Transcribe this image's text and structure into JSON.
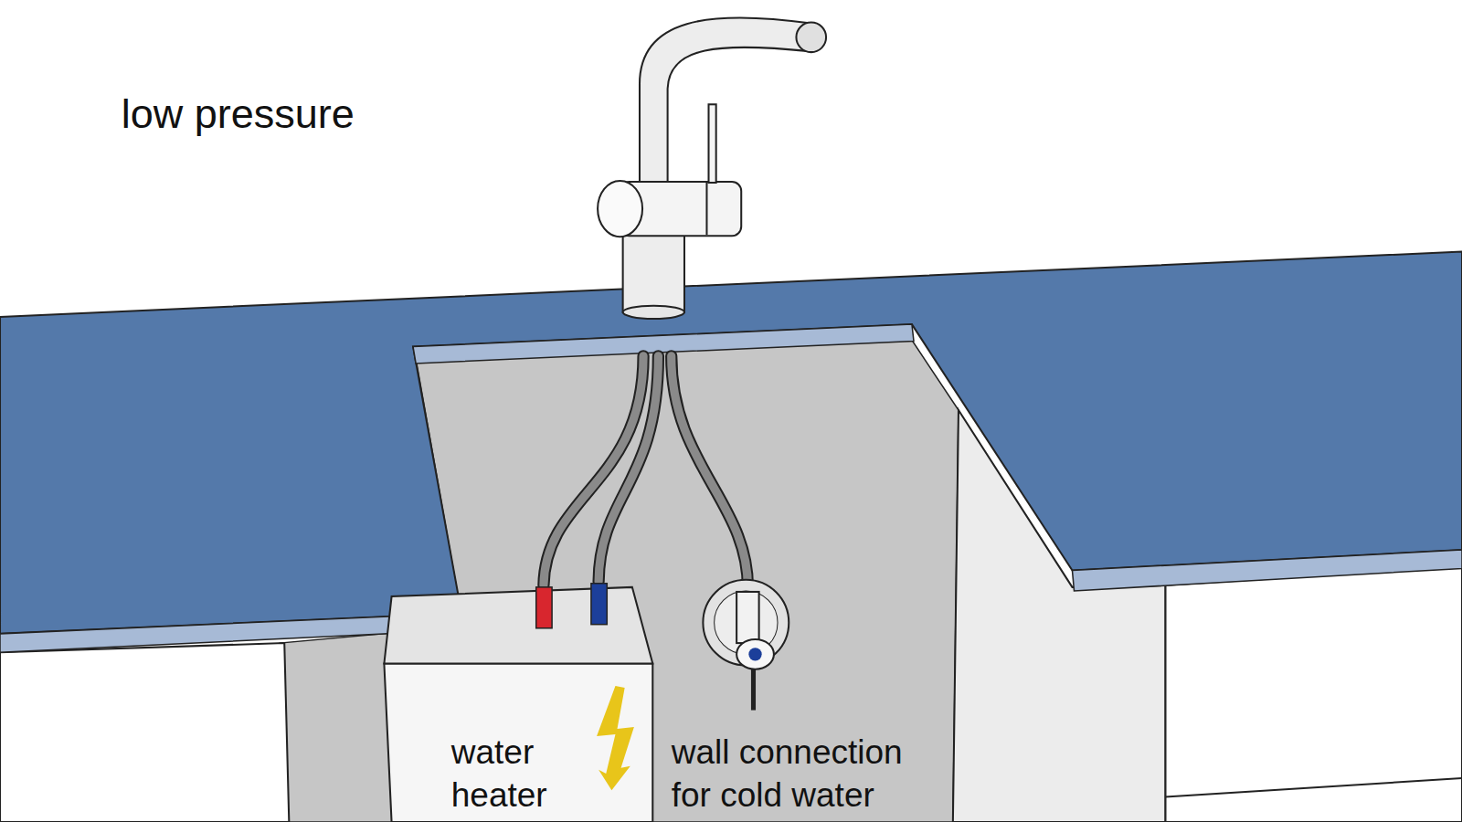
{
  "diagram": {
    "title": "low pressure",
    "nodes": [
      {
        "text": [
          "water heater"
        ]
      }
    ],
    "labels": [
      "wall connection for cold water"
    ]
  }
}
